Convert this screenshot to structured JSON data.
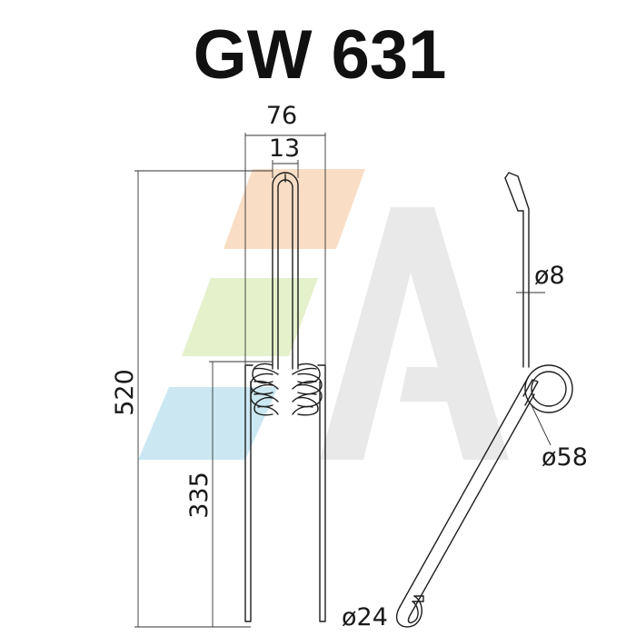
{
  "title": "GW 631",
  "dimensions": {
    "width_overall": "76",
    "width_inner": "13",
    "height_overall": "520",
    "height_coil": "335",
    "wire_diameter": "ø8",
    "coil_diameter": "ø58",
    "eye_diameter": "ø24"
  },
  "watermark": {
    "stripe_colors": [
      "#f6c9a0",
      "#cfe5a4",
      "#a8d8ea"
    ],
    "letter_color": "#dcdcdc"
  }
}
